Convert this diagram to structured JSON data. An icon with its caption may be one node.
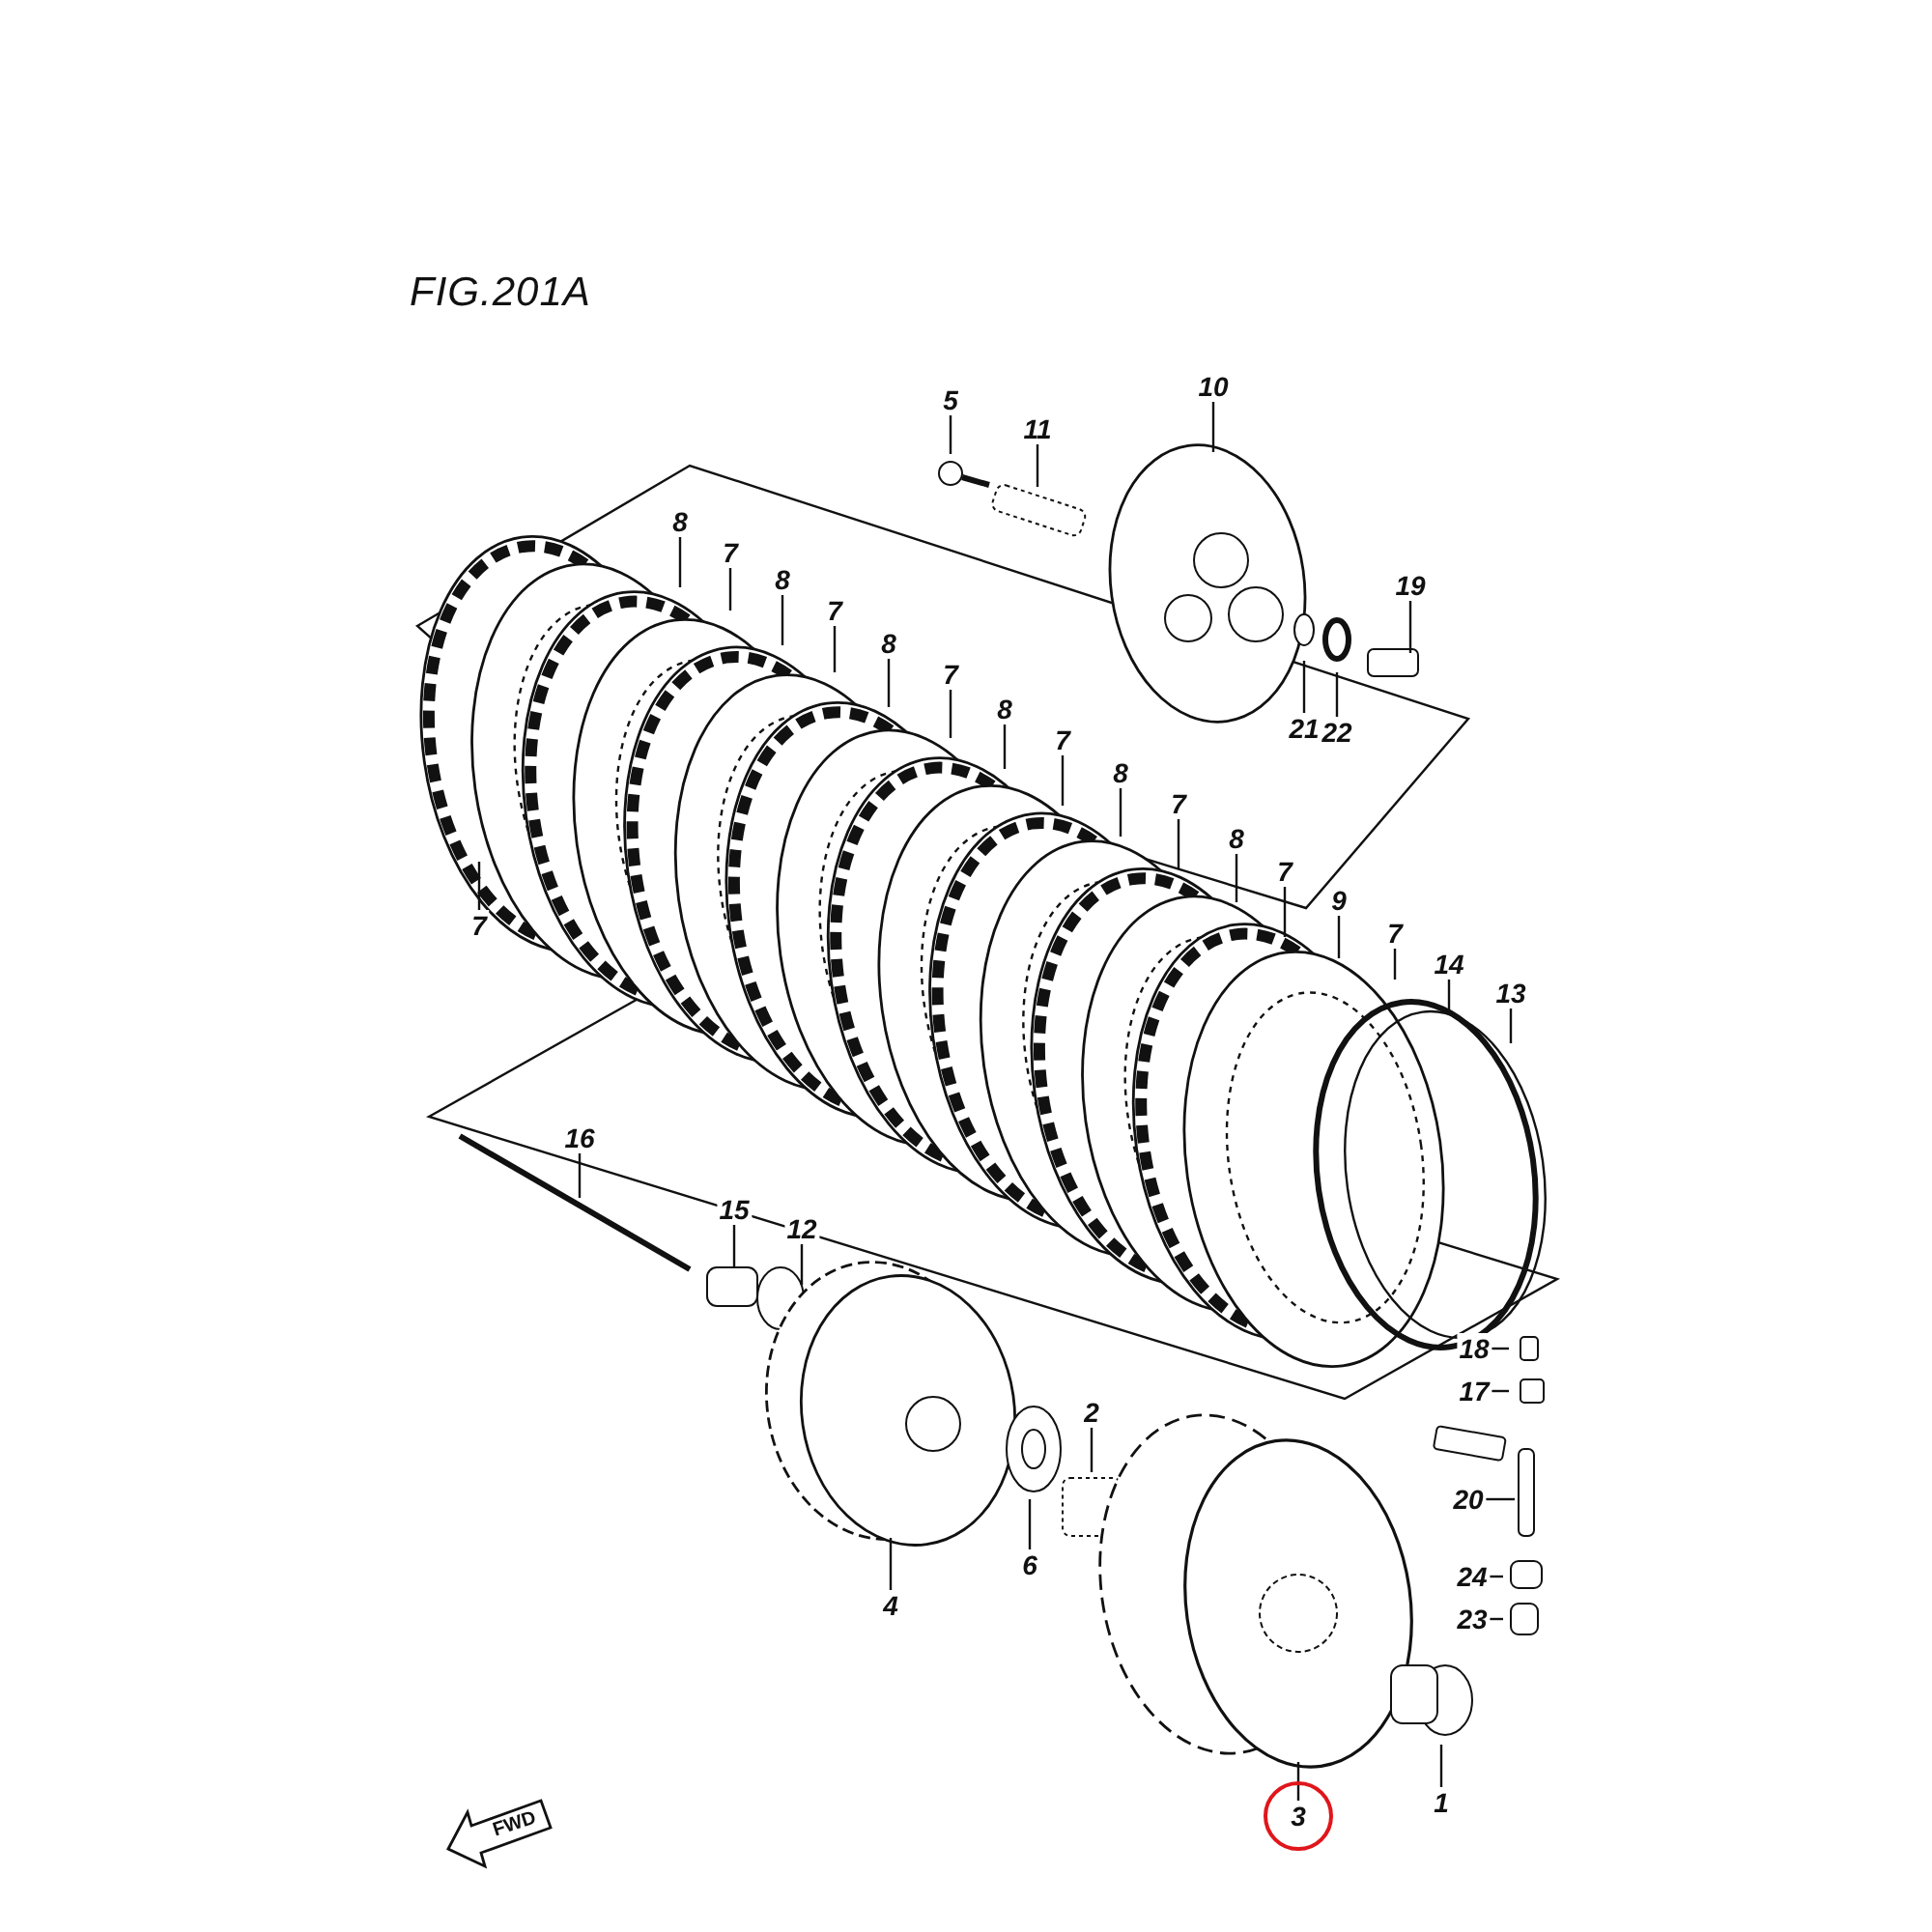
{
  "diagram": {
    "title": "FIG.201A",
    "nodes": [
      {
        "text": [
          "5"
        ]
      },
      {
        "text": [
          "11"
        ]
      },
      {
        "text": [
          "10"
        ]
      },
      {
        "text": [
          "19"
        ]
      },
      {
        "text": [
          "21"
        ]
      },
      {
        "text": [
          "22"
        ]
      },
      {
        "text": [
          "8"
        ]
      },
      {
        "text": [
          "7"
        ]
      },
      {
        "text": [
          "8"
        ]
      },
      {
        "text": [
          "7"
        ]
      },
      {
        "text": [
          "8"
        ]
      },
      {
        "text": [
          "7"
        ]
      },
      {
        "text": [
          "8"
        ]
      },
      {
        "text": [
          "7"
        ]
      },
      {
        "text": [
          "8"
        ]
      },
      {
        "text": [
          "7"
        ]
      },
      {
        "text": [
          "8"
        ]
      },
      {
        "text": [
          "7"
        ]
      },
      {
        "text": [
          "9"
        ]
      },
      {
        "text": [
          "7"
        ]
      },
      {
        "text": [
          "14"
        ]
      },
      {
        "text": [
          "13"
        ]
      },
      {
        "text": [
          "7"
        ]
      },
      {
        "text": [
          "16"
        ]
      },
      {
        "text": [
          "15"
        ]
      },
      {
        "text": [
          "12"
        ]
      },
      {
        "text": [
          "18"
        ]
      },
      {
        "text": [
          "17"
        ]
      },
      {
        "text": [
          "2"
        ]
      },
      {
        "text": [
          "20"
        ]
      },
      {
        "text": [
          "24"
        ]
      },
      {
        "text": [
          "23"
        ]
      },
      {
        "text": [
          "6"
        ]
      },
      {
        "text": [
          "4"
        ]
      },
      {
        "text": [
          "1"
        ]
      },
      {
        "text": [
          "3"
        ]
      }
    ],
    "edges": [
      {
        "from": 0,
        "to": null,
        "arrow": "none"
      },
      {
        "from": 1,
        "to": null,
        "arrow": "none"
      },
      {
        "from": 2,
        "to": null,
        "arrow": "none"
      },
      {
        "from": 3,
        "to": null,
        "arrow": "none"
      },
      {
        "from": 4,
        "to": null,
        "arrow": "none"
      },
      {
        "from": 5,
        "to": null,
        "arrow": "none"
      },
      {
        "from": 6,
        "to": null,
        "arrow": "none"
      },
      {
        "from": 7,
        "to": null,
        "arrow": "none"
      },
      {
        "from": 8,
        "to": null,
        "arrow": "none"
      },
      {
        "from": 9,
        "to": null,
        "arrow": "none"
      },
      {
        "from": 10,
        "to": null,
        "arrow": "none"
      },
      {
        "from": 11,
        "to": null,
        "arrow": "none"
      },
      {
        "from": 12,
        "to": null,
        "arrow": "none"
      },
      {
        "from": 13,
        "to": null,
        "arrow": "none"
      },
      {
        "from": 14,
        "to": null,
        "arrow": "none"
      },
      {
        "from": 15,
        "to": null,
        "arrow": "none"
      },
      {
        "from": 16,
        "to": null,
        "arrow": "none"
      },
      {
        "from": 17,
        "to": null,
        "arrow": "none"
      },
      {
        "from": 18,
        "to": null,
        "arrow": "none"
      },
      {
        "from": 19,
        "to": null,
        "arrow": "none"
      },
      {
        "from": 20,
        "to": null,
        "arrow": "none"
      },
      {
        "from": 21,
        "to": null,
        "arrow": "none"
      },
      {
        "from": 22,
        "to": null,
        "arrow": "none"
      },
      {
        "from": 23,
        "to": null,
        "arrow": "none"
      },
      {
        "from": 24,
        "to": null,
        "arrow": "none"
      },
      {
        "from": 25,
        "to": null,
        "arrow": "none"
      },
      {
        "from": 26,
        "to": null,
        "arrow": "none"
      },
      {
        "from": 27,
        "to": null,
        "arrow": "none"
      },
      {
        "from": 28,
        "to": null,
        "arrow": "none"
      },
      {
        "from": 29,
        "to": null,
        "arrow": "none"
      },
      {
        "from": 30,
        "to": null,
        "arrow": "none"
      },
      {
        "from": 31,
        "to": null,
        "arrow": "none"
      },
      {
        "from": 32,
        "to": null,
        "arrow": "none"
      },
      {
        "from": 33,
        "to": null,
        "arrow": "none"
      },
      {
        "from": 34,
        "to": null,
        "arrow": "none"
      },
      {
        "from": 35,
        "to": null,
        "arrow": "none"
      }
    ],
    "labels": [
      "FWD"
    ]
  }
}
